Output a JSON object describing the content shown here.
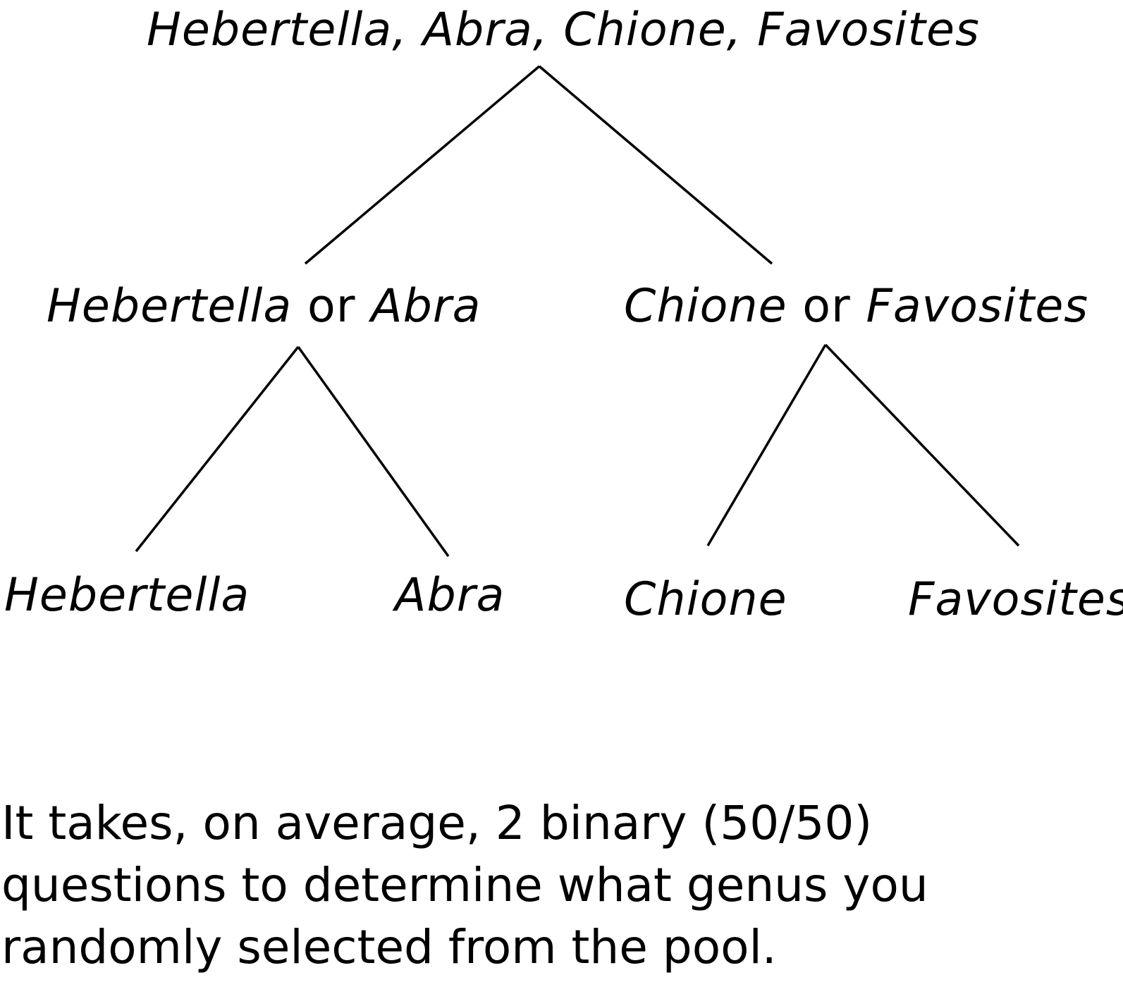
{
  "tree": {
    "root": {
      "label": "Hebertella, Abra, Chione, Favosites"
    },
    "left": {
      "a": "Hebertella",
      "conj": "or",
      "b": "Abra"
    },
    "right": {
      "a": "Chione",
      "conj": "or",
      "b": "Favosites"
    },
    "leaves": [
      "Hebertella",
      "Abra",
      "Chione",
      "Favosites"
    ]
  },
  "caption": {
    "lines": [
      "It takes, on average, 2 binary (50/50)",
      "questions to determine what genus you",
      "randomly selected from the pool."
    ]
  }
}
